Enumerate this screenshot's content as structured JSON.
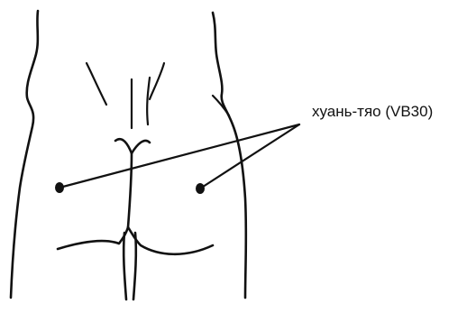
{
  "diagram": {
    "label": "хуань-тяо (VB30)",
    "points": [
      {
        "name": "left-point"
      },
      {
        "name": "right-point"
      }
    ]
  }
}
